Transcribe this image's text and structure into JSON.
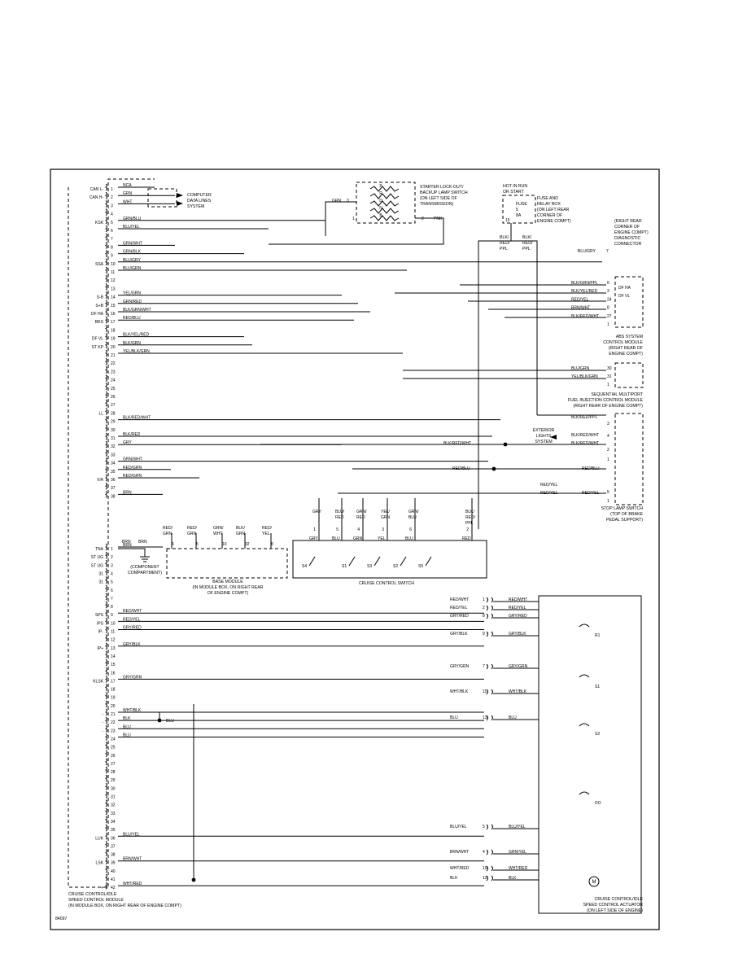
{
  "figure_id": "84097",
  "ecm": {
    "label": [
      "CRUISE CONTROL/IDLE",
      "SPEED CONTROL MODULE",
      "(IN MODULE BOX, ON RIGHT REAR OF ENGINE COMPT)"
    ],
    "pins": [
      "1",
      "2",
      "3",
      "4",
      "5",
      "6",
      "7",
      "8",
      "9",
      "10",
      "11",
      "12",
      "13",
      "14",
      "15",
      "16",
      "17",
      "18",
      "19",
      "20",
      "21",
      "22",
      "23",
      "24",
      "25",
      "26",
      "27",
      "28",
      "29",
      "30",
      "31",
      "32",
      "33",
      "34",
      "35",
      "36",
      "37",
      "38",
      "1",
      "2",
      "3",
      "4",
      "5",
      "6",
      "7",
      "8",
      "9",
      "10",
      "11",
      "12",
      "13",
      "14",
      "15",
      "16",
      "17",
      "18",
      "19",
      "20",
      "21",
      "22",
      "23",
      "24",
      "25",
      "26",
      "27",
      "28",
      "29",
      "30",
      "31",
      "32",
      "33",
      "34",
      "35",
      "36",
      "37",
      "38",
      "39",
      "40",
      "41",
      "42"
    ],
    "signals": [
      {
        "pin": "1",
        "text": "CAN L-"
      },
      {
        "pin": "2",
        "text": "CAN H-"
      },
      {
        "pin": "5",
        "text": "KSK"
      },
      {
        "pin": "10",
        "text": "SSA"
      },
      {
        "pin": "14",
        "text": "S-B"
      },
      {
        "pin": "15",
        "text": "S+B"
      },
      {
        "pin": "16",
        "text": "DF HA"
      },
      {
        "pin": "17",
        "text": "BRS"
      },
      {
        "pin": "19",
        "text": "DF VL"
      },
      {
        "pin": "20",
        "text": "ST KP"
      },
      {
        "pin": "28",
        "text": "LL"
      },
      {
        "pin": "36",
        "text": "V/A"
      },
      {
        "pin": "39",
        "text": "TNA"
      },
      {
        "pin": "40",
        "text": "ST UG"
      },
      {
        "pin": "41",
        "text": "ST UG"
      },
      {
        "pin": "42",
        "text": "31"
      },
      {
        "pin": "43",
        "text": "31"
      },
      {
        "pin": "47",
        "text": "SPS"
      },
      {
        "pin": "48",
        "text": "IPS"
      },
      {
        "pin": "49",
        "text": "IP-"
      },
      {
        "pin": "51",
        "text": "IP+"
      },
      {
        "pin": "55",
        "text": "KLSK"
      },
      {
        "pin": "59",
        "text": "-"
      },
      {
        "pin": "60",
        "text": "-"
      },
      {
        "pin": "61",
        "text": "-"
      },
      {
        "pin": "74",
        "text": "LUK"
      },
      {
        "pin": "77",
        "text": "LSK"
      },
      {
        "pin": "80",
        "text": "+"
      },
      {
        "pin": "81",
        "text": "+"
      }
    ]
  },
  "wires": {
    "top": [
      "NCA",
      "GRN",
      "WHT",
      "GRN/BLU",
      "BLU/YEL",
      "GRN/WHT",
      "GRN/BLK",
      "BLU/GRY",
      "BLU/GRN",
      "YEL/GRN",
      "GRN/RED",
      "BLK/GRN/WHT",
      "RED/BLU",
      "BLK/YEL/RED",
      "BLK/GRN",
      "YEL/BLK/GRN",
      "BLK/RED/WHT",
      "BLK/RED",
      "GRY",
      "GRN/WHT",
      "RED/GRN",
      "RED/GRN",
      "BRN",
      "BRN"
    ],
    "lower": [
      "RED/WHT",
      "RED/YEL",
      "GRY/RED",
      "GRY/BLK",
      "GRY/GRN",
      "WHT/BLK",
      "BLK",
      "BLU",
      "BLU",
      "BLU/YEL",
      "BRN/WHT",
      "WHT/RED",
      "BLK"
    ]
  },
  "can_system": [
    "COMPUTER",
    "DATA LINES",
    "SYSTEM"
  ],
  "starter_switch": {
    "label": [
      "STARTER LOCK-OUT/",
      "BACKUP LAMP SWITCH",
      "(ON LEFT SIDE OF",
      "TRANSMISSION)"
    ],
    "positions": [
      "P",
      "R",
      "D",
      "N",
      "B"
    ],
    "pins": [
      "3",
      "1",
      "2"
    ],
    "wires": [
      "GRN",
      "PNK"
    ]
  },
  "fuse_box": {
    "hot": [
      "HOT IN RUN",
      "OR START"
    ],
    "fuse": [
      "FUSE",
      "5",
      "8A"
    ],
    "label": [
      "FUSE AND",
      "RELAY BOX",
      "(ON LEFT REAR",
      "CORNER OF",
      "ENGINE COMPT)"
    ],
    "pin": "15",
    "wires": [
      "BLK/",
      "RED/",
      "PPL",
      "BLK/",
      "RED/",
      "PPL"
    ]
  },
  "diag": {
    "label": [
      "(RIGHT REAR",
      "CORNER OF",
      "ENGINE COMPT)",
      "DIAGNOSTIC",
      "CONNECTOR"
    ],
    "wire": "BLU/GRY",
    "pin": "7"
  },
  "abs": {
    "wires": [
      "BLK/GRN/PPL",
      "BLK/YEL/RED",
      "RED/YEL",
      "BRN/WHT",
      "BLK/RED/WHT"
    ],
    "pins": [
      "6",
      "3",
      "24",
      "8",
      "27",
      "1"
    ],
    "signals": [
      "DF HA",
      "DF VL"
    ],
    "label": [
      "ABS SYSTEM",
      "CONTROL MODULE",
      "(RIGHT REAR OF",
      "ENGINE COMPT)"
    ]
  },
  "smfi": {
    "wires": [
      "BLU/GRN",
      "YEL/BLK/GRN"
    ],
    "pins": [
      "30",
      "31",
      "1"
    ],
    "label": [
      "SEQUENTIAL MULTIPORT",
      "FUEL INJECTION CONTROL MODULE",
      "(RIGHT REAR OF ENGINE COMPT)"
    ]
  },
  "exterior": {
    "label": [
      "EXTERIOR",
      "LIGHTS",
      "SYSTEM"
    ],
    "wires": [
      "BLK/RED/PPL",
      "BLK/RED/WHT",
      "BLK/RED/WHT",
      "BLK/RED/WHT",
      "RED/BLU",
      "RED/BLU",
      "RED/YEL",
      "RED/YEL",
      "RED/YEL"
    ],
    "pins": [
      "3",
      "4",
      "2",
      "1",
      "5",
      "1"
    ]
  },
  "stop_lamp": [
    "STOP LAMP SWITCH",
    "(TOP OF BRAKE",
    "PEDAL SUPPORT)"
  ],
  "cruise_switch": {
    "label": "CRUISE CONTROL SWITCH",
    "top_wires": [
      "GRY",
      "BLU/",
      "RED",
      "GRN/",
      "RED",
      "YEL/",
      "GRN",
      "GRN/",
      "BLU",
      "BLK/",
      "RED/",
      "PPL"
    ],
    "pins": [
      "1",
      "5",
      "4",
      "3",
      "6",
      "2"
    ],
    "inner": [
      "GRY",
      "BLU",
      "GRN",
      "YEL",
      "BLU",
      "RED"
    ],
    "switches": [
      "S4",
      "S1",
      "S3",
      "S2",
      "S5"
    ]
  },
  "base_module": {
    "label": [
      "BASE MODULE",
      "(IN MODULE BOX, ON RIGHT REAR",
      "OF ENGINE COMPT)"
    ],
    "wires": [
      "RED/",
      "GRN",
      "RED/",
      "GRN",
      "GRN/",
      "WHT",
      "BLK/",
      "GRN",
      "RED/",
      "YEL"
    ],
    "pins": [
      "6",
      "5",
      "10",
      "32",
      "8"
    ]
  },
  "ground": {
    "wires": [
      "BRN",
      "BRN"
    ],
    "label": [
      "(COMPONENT",
      "COMPARTMENT)"
    ]
  },
  "actuator": {
    "label": [
      "CRUISE CONTROL/IDLE",
      "SPEED CONTROL ACTUATOR",
      "(ON LEFT SIDE OF ENGINE)"
    ],
    "wires": [
      "RED/WHT",
      "RED/YEL",
      "GRY/RED",
      "GRY/BLK",
      "GRY/GRN",
      "WHT/BLK",
      "BLU",
      "BLU/YEL",
      "GRN/YEL",
      "WHT/RED",
      "BLK"
    ],
    "left_wires": [
      "RED/WHT",
      "RED/YEL",
      "GRY/RED",
      "GRY/BLK",
      "GRY/GRN",
      "WHT/BLK",
      "BLU",
      "BLU/YEL",
      "BRN/WHT",
      "WHT/RED",
      "BLK"
    ],
    "pins": [
      "1",
      "2",
      "8",
      "9",
      "7",
      "11",
      "13",
      "5",
      "4",
      "10",
      "12"
    ],
    "parts": [
      "R1",
      "S1",
      "S2",
      "DO",
      "M"
    ]
  },
  "blu_splice": "BLU"
}
